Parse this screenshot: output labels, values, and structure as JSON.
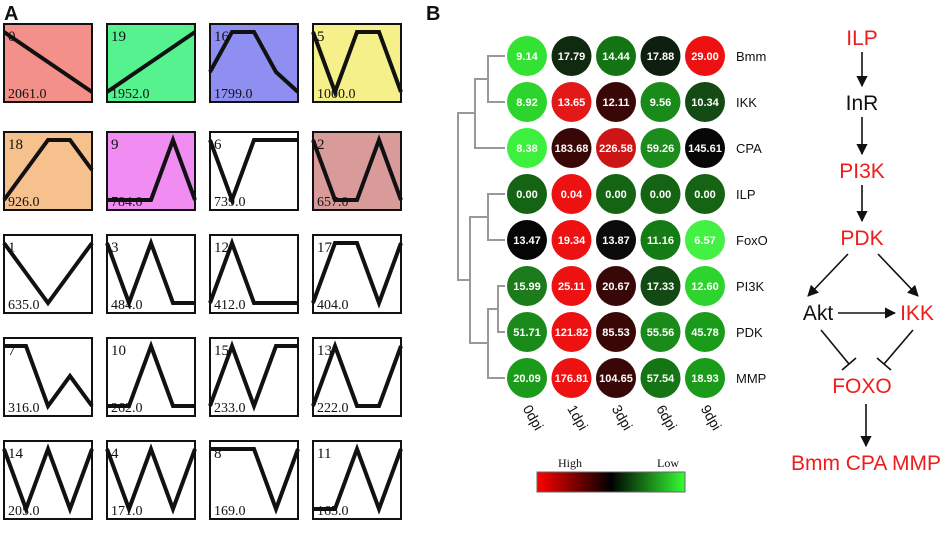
{
  "panel_a": {
    "label": "A",
    "profiles": [
      {
        "id": "0",
        "count": "2061.0",
        "fill": "#f4908a",
        "trend": [
          3,
          2,
          1,
          0
        ]
      },
      {
        "id": "19",
        "count": "1952.0",
        "fill": "#55f28f",
        "trend": [
          1,
          2,
          3,
          4
        ]
      },
      {
        "id": "16",
        "count": "1799.0",
        "fill": "#8f8ff2",
        "trend": [
          1,
          3,
          3,
          1,
          0
        ]
      },
      {
        "id": "5",
        "count": "1000.0",
        "fill": "#f6f08a",
        "trend": [
          1,
          0,
          1,
          1,
          0
        ]
      },
      {
        "id": "18",
        "count": "926.0",
        "fill": "#f7c18e",
        "trend": [
          0,
          1,
          2,
          2,
          1
        ]
      },
      {
        "id": "9",
        "count": "784.0",
        "fill": "#f08cf2",
        "trend": [
          0,
          0,
          0,
          1,
          0
        ]
      },
      {
        "id": "6",
        "count": "739.0",
        "fill": "#ffffff",
        "trend": [
          1,
          0,
          1,
          1,
          1
        ]
      },
      {
        "id": "2",
        "count": "657.0",
        "fill": "#d99a9a",
        "trend": [
          1,
          0,
          0,
          1,
          0
        ]
      },
      {
        "id": "1",
        "count": "635.0",
        "fill": "#ffffff",
        "trend": [
          1,
          0.5,
          0,
          0.5,
          1
        ]
      },
      {
        "id": "3",
        "count": "484.0",
        "fill": "#ffffff",
        "trend": [
          2,
          1,
          2,
          1,
          1
        ]
      },
      {
        "id": "12",
        "count": "412.0",
        "fill": "#ffffff",
        "trend": [
          1,
          2,
          1,
          1,
          1
        ]
      },
      {
        "id": "17",
        "count": "404.0",
        "fill": "#ffffff",
        "trend": [
          1,
          2,
          2,
          1,
          2
        ]
      },
      {
        "id": "7",
        "count": "316.0",
        "fill": "#ffffff",
        "trend": [
          2,
          2,
          0,
          1,
          0
        ]
      },
      {
        "id": "10",
        "count": "262.0",
        "fill": "#ffffff",
        "trend": [
          0,
          0,
          1,
          0,
          0
        ]
      },
      {
        "id": "15",
        "count": "233.0",
        "fill": "#ffffff",
        "trend": [
          0,
          1,
          0,
          1,
          1
        ]
      },
      {
        "id": "13",
        "count": "222.0",
        "fill": "#ffffff",
        "trend": [
          1,
          2,
          1,
          1,
          2
        ]
      },
      {
        "id": "14",
        "count": "205.0",
        "fill": "#ffffff",
        "trend": [
          1,
          0,
          1,
          0,
          1
        ]
      },
      {
        "id": "4",
        "count": "171.0",
        "fill": "#ffffff",
        "trend": [
          1,
          0,
          1,
          0,
          1
        ]
      },
      {
        "id": "8",
        "count": "169.0",
        "fill": "#ffffff",
        "trend": [
          1,
          1,
          1,
          0,
          1
        ]
      },
      {
        "id": "11",
        "count": "165.0",
        "fill": "#ffffff",
        "trend": [
          1,
          1,
          2,
          1,
          2
        ]
      }
    ]
  },
  "panel_b": {
    "label": "B",
    "columns": [
      "0dpi",
      "1dpi",
      "3dpi",
      "6dpi",
      "9dpi"
    ],
    "rows": [
      {
        "gene": "Bmm",
        "values": [
          "9.14",
          "17.79",
          "14.44",
          "17.88",
          "29.00"
        ],
        "colors": [
          "#33e233",
          "#0f2a0f",
          "#127412",
          "#0f1f0f",
          "#ee1111"
        ]
      },
      {
        "gene": "IKK",
        "values": [
          "8.92",
          "13.65",
          "12.11",
          "9.56",
          "10.34"
        ],
        "colors": [
          "#2ed42e",
          "#e31818",
          "#3a0707",
          "#1a8a1a",
          "#144a14"
        ]
      },
      {
        "gene": "CPA",
        "values": [
          "8.38",
          "183.68",
          "226.58",
          "59.26",
          "145.61"
        ],
        "colors": [
          "#3df03d",
          "#3a0707",
          "#cc1515",
          "#1c8c1c",
          "#070707"
        ]
      },
      {
        "gene": "ILP",
        "values": [
          "0.00",
          "0.04",
          "0.00",
          "0.00",
          "0.00"
        ],
        "colors": [
          "#146414",
          "#ee1111",
          "#146414",
          "#146414",
          "#146414"
        ]
      },
      {
        "gene": "FoxO",
        "values": [
          "13.47",
          "19.34",
          "13.87",
          "11.16",
          "6.57"
        ],
        "colors": [
          "#050505",
          "#ee1111",
          "#0b0b0b",
          "#157b15",
          "#44f044"
        ]
      },
      {
        "gene": "PI3K",
        "values": [
          "15.99",
          "25.11",
          "20.67",
          "17.33",
          "12.60"
        ],
        "colors": [
          "#1c7c1c",
          "#ee1111",
          "#380707",
          "#134a13",
          "#2ed42e"
        ]
      },
      {
        "gene": "PDK",
        "values": [
          "51.71",
          "121.82",
          "85.53",
          "55.56",
          "45.78"
        ],
        "colors": [
          "#1a8a1a",
          "#ee1111",
          "#3a0707",
          "#1a8a1a",
          "#1a9c1a"
        ]
      },
      {
        "gene": "MMP",
        "values": [
          "20.09",
          "176.81",
          "104.65",
          "57.54",
          "18.93"
        ],
        "colors": [
          "#1a9c1a",
          "#ee1111",
          "#3a0707",
          "#157515",
          "#1a9c1a"
        ]
      }
    ],
    "scale": {
      "high": "High",
      "low": "Low"
    }
  },
  "pathway": {
    "nodes": {
      "ilp": "ILP",
      "inr": "InR",
      "pi3k": "PI3K",
      "pdk": "PDK",
      "akt": "Akt",
      "ikk": "IKK",
      "foxo": "FOXO",
      "targets": "Bmm CPA MMP"
    },
    "colors": {
      "red": "#ee1c1c",
      "black": "#111111"
    }
  }
}
